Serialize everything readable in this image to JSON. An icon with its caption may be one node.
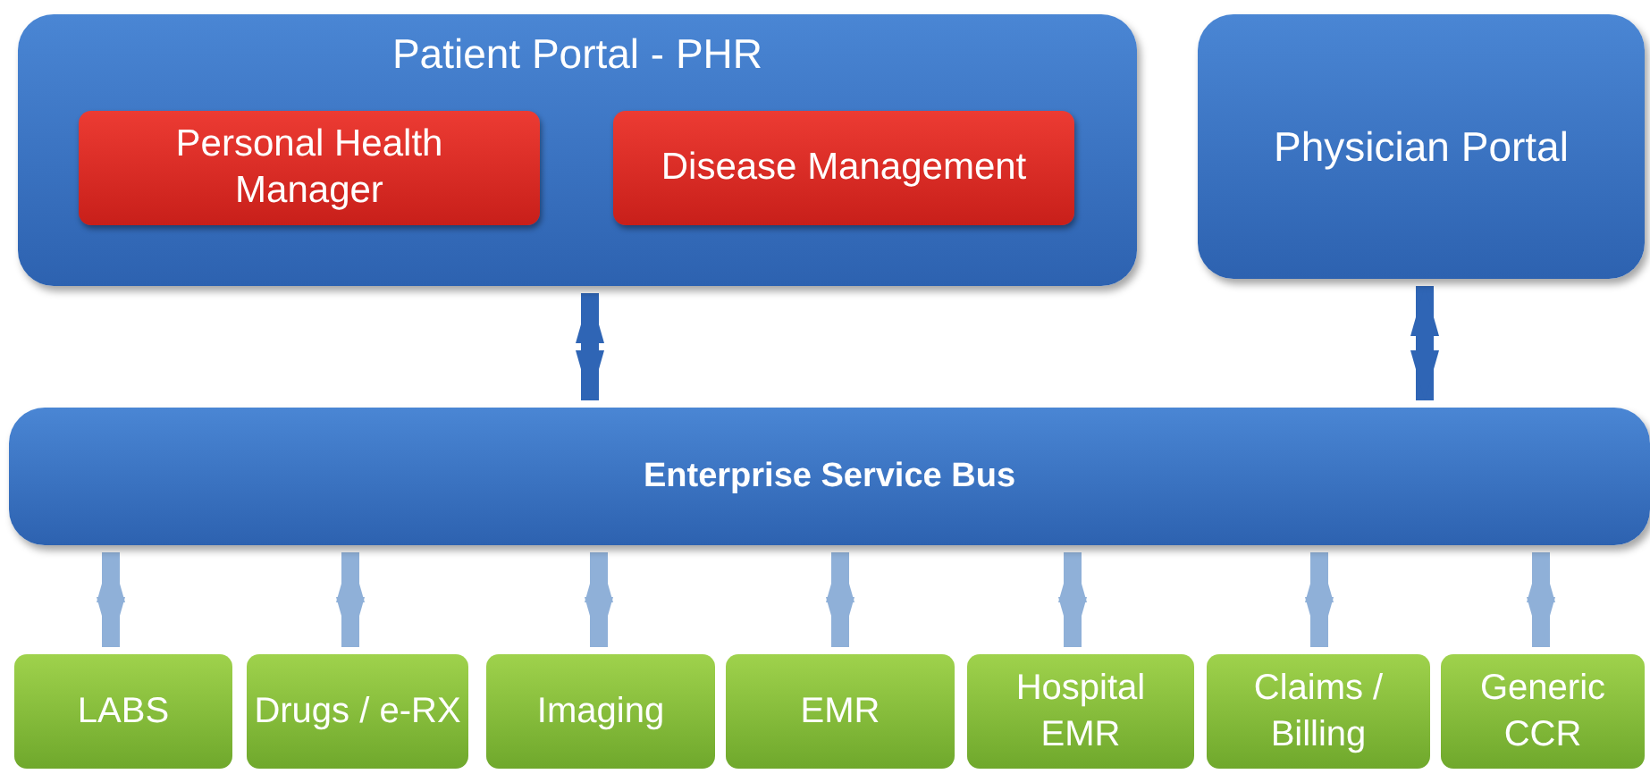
{
  "diagram": {
    "nodes": [
      {
        "text": [
          "Patient Portal - PHR"
        ]
      },
      {
        "text": [
          "Personal Health Manager"
        ],
        "in": 0
      },
      {
        "text": [
          "Disease Management"
        ],
        "in": 0
      },
      {
        "text": [
          "Physician Portal"
        ]
      },
      {
        "text": [
          "Enterprise Service Bus"
        ]
      },
      {
        "text": [
          "LABS"
        ]
      },
      {
        "text": [
          "Drugs / e-RX"
        ]
      },
      {
        "text": [
          "Imaging"
        ]
      },
      {
        "text": [
          "EMR"
        ]
      },
      {
        "text": [
          "Hospital EMR"
        ]
      },
      {
        "text": [
          "Claims / Billing"
        ]
      },
      {
        "text": [
          "Generic CCR"
        ]
      }
    ],
    "edges": [
      {
        "from": 0,
        "to": 4,
        "arrow": "both",
        "color": "#2f65b5"
      },
      {
        "from": 3,
        "to": 4,
        "arrow": "both",
        "color": "#2f65b5"
      },
      {
        "from": 4,
        "to": 5,
        "arrow": "both"
      },
      {
        "from": 4,
        "to": 6,
        "arrow": "both"
      },
      {
        "from": 4,
        "to": 7,
        "arrow": "both"
      },
      {
        "from": 4,
        "to": 8,
        "arrow": "both"
      },
      {
        "from": 4,
        "to": 9,
        "arrow": "both"
      },
      {
        "from": 4,
        "to": 10,
        "arrow": "both"
      },
      {
        "from": 4,
        "to": 11,
        "arrow": "both"
      }
    ]
  }
}
